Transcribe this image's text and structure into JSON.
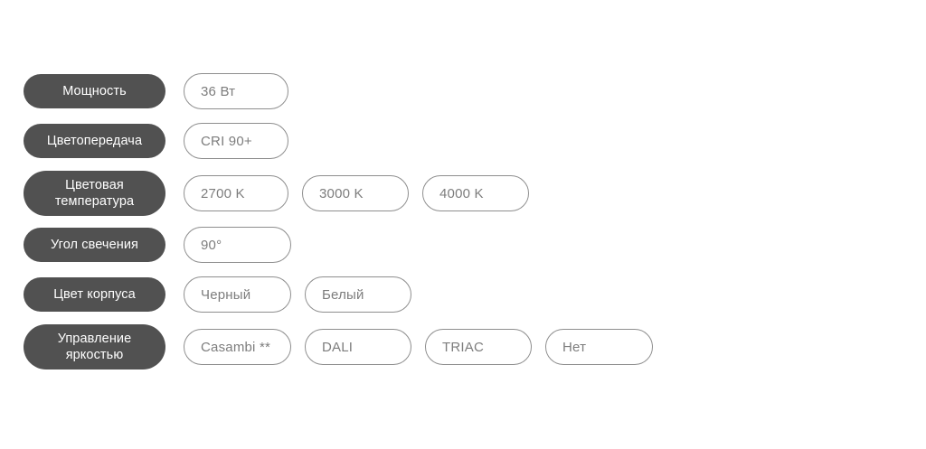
{
  "page": {
    "background_color": "#ffffff",
    "label_pill_color": "#515151",
    "label_text_color": "#ffffff",
    "option_border_color": "#8e8e8e",
    "option_text_color": "#7d7d7d"
  },
  "rows": [
    {
      "id": "power",
      "label": "Мощность",
      "options": [
        {
          "value": "36 Вт"
        }
      ]
    },
    {
      "id": "cri",
      "label": "Цветопередача",
      "options": [
        {
          "value": "CRI 90+"
        }
      ]
    },
    {
      "id": "cct",
      "label": "Цветовая\nтемпература",
      "options": [
        {
          "value": "2700 K"
        },
        {
          "value": "3000 K"
        },
        {
          "value": "4000 K"
        }
      ]
    },
    {
      "id": "beam",
      "label": "Угол свечения",
      "options": [
        {
          "value": "90°"
        }
      ]
    },
    {
      "id": "housing",
      "label": "Цвет корпуса",
      "options": [
        {
          "value": "Черный"
        },
        {
          "value": "Белый"
        }
      ]
    },
    {
      "id": "dimming",
      "label": "Управление\nяркостью",
      "options": [
        {
          "value": "Casambi **"
        },
        {
          "value": "DALI"
        },
        {
          "value": "TRIAC"
        },
        {
          "value": "Нет"
        }
      ]
    }
  ]
}
